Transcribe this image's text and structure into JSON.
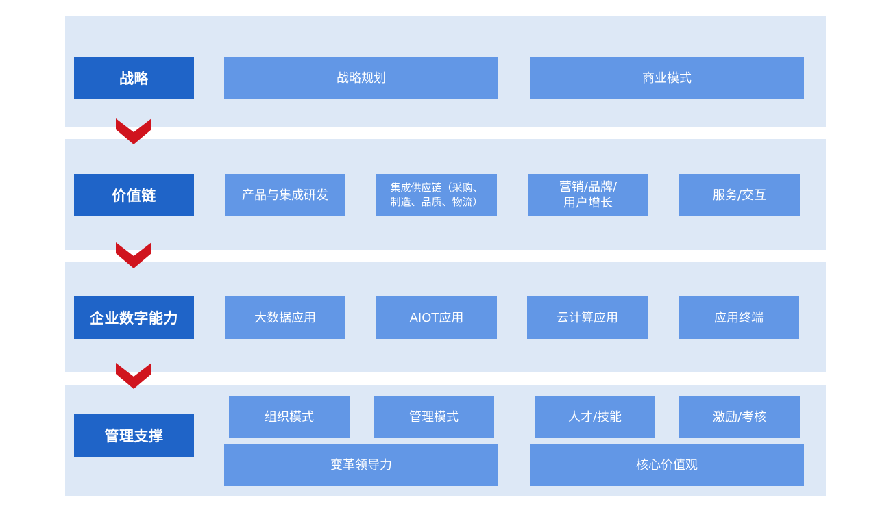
{
  "layers": [
    {
      "label": "战略",
      "items": [
        "战略规划",
        "商业模式"
      ]
    },
    {
      "label": "价值链",
      "items": [
        "产品与集成研发",
        "集成供应链（采购、制造、品质、物流）",
        "营销/品牌/用户增长",
        "服务/交互"
      ]
    },
    {
      "label": "企业数字能力",
      "items": [
        "大数据应用",
        "AIOT应用",
        "云计算应用",
        "应用终端"
      ]
    },
    {
      "label": "管理支撑",
      "items": [
        "组织模式",
        "管理模式",
        "人才/技能",
        "激励/考核",
        "变革领导力",
        "核心价值观"
      ]
    }
  ],
  "lines": {
    "supply_chain": [
      "集成供应链（采购、",
      "制造、品质、物流）"
    ],
    "marketing": [
      "营销/品牌/",
      "用户增长"
    ]
  },
  "colors": {
    "band": "#dde8f6",
    "label_box": "#1f64c8",
    "item_box": "#6297e6",
    "arrow": "#d0141e"
  }
}
